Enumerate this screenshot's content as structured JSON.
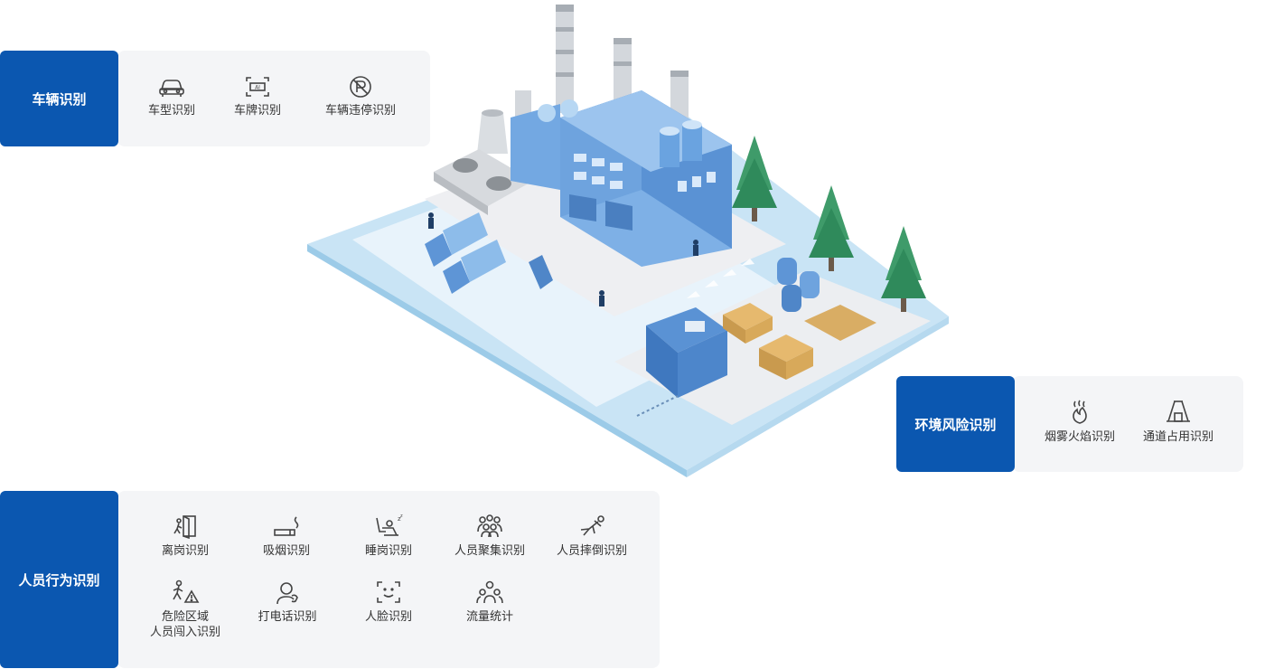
{
  "vehicle": {
    "title": "车辆识别",
    "items": [
      {
        "label": "车型识别",
        "icon": "car-icon"
      },
      {
        "label": "车牌识别",
        "icon": "license-plate-icon"
      },
      {
        "label": "车辆违停识别",
        "icon": "no-parking-icon"
      }
    ]
  },
  "environment": {
    "title": "环境风险识别",
    "items": [
      {
        "label": "烟雾火焰识别",
        "icon": "smoke-fire-icon"
      },
      {
        "label": "通道占用识别",
        "icon": "passage-occupied-icon"
      }
    ]
  },
  "person": {
    "title": "人员行为识别",
    "items": [
      {
        "label": "离岗识别",
        "icon": "leave-post-icon"
      },
      {
        "label": "吸烟识别",
        "icon": "smoking-icon"
      },
      {
        "label": "睡岗识别",
        "icon": "sleep-post-icon"
      },
      {
        "label": "人员聚集识别",
        "icon": "crowd-icon"
      },
      {
        "label": "人员摔倒识别",
        "icon": "fall-icon"
      },
      {
        "label": "危险区域",
        "label2": "人员闯入识别",
        "icon": "danger-zone-icon"
      },
      {
        "label": "打电话识别",
        "icon": "phone-call-icon"
      },
      {
        "label": "人脸识别",
        "icon": "face-recognition-icon"
      },
      {
        "label": "流量统计",
        "icon": "flow-count-icon"
      }
    ]
  },
  "colors": {
    "accent": "#0b57b0",
    "panel": "#f4f5f7"
  }
}
